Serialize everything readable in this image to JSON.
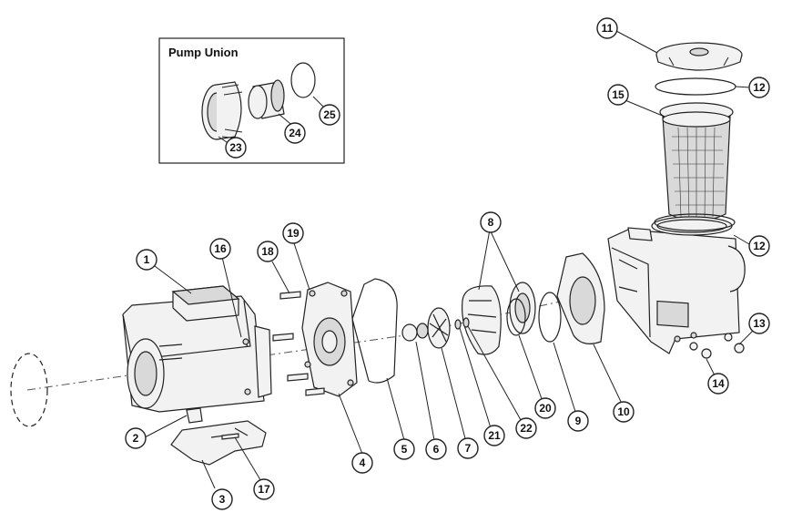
{
  "inset": {
    "title": "Pump Union"
  },
  "callouts": {
    "c1": "1",
    "c2": "2",
    "c3": "3",
    "c4": "4",
    "c5": "5",
    "c6": "6",
    "c7": "7",
    "c8": "8",
    "c9": "9",
    "c10": "10",
    "c11": "11",
    "c12a": "12",
    "c12b": "12",
    "c13": "13",
    "c14": "14",
    "c15": "15",
    "c16": "16",
    "c17": "17",
    "c18": "18",
    "c19": "19",
    "c20": "20",
    "c21": "21",
    "c22": "22",
    "c23": "23",
    "c24": "24",
    "c25": "25"
  }
}
